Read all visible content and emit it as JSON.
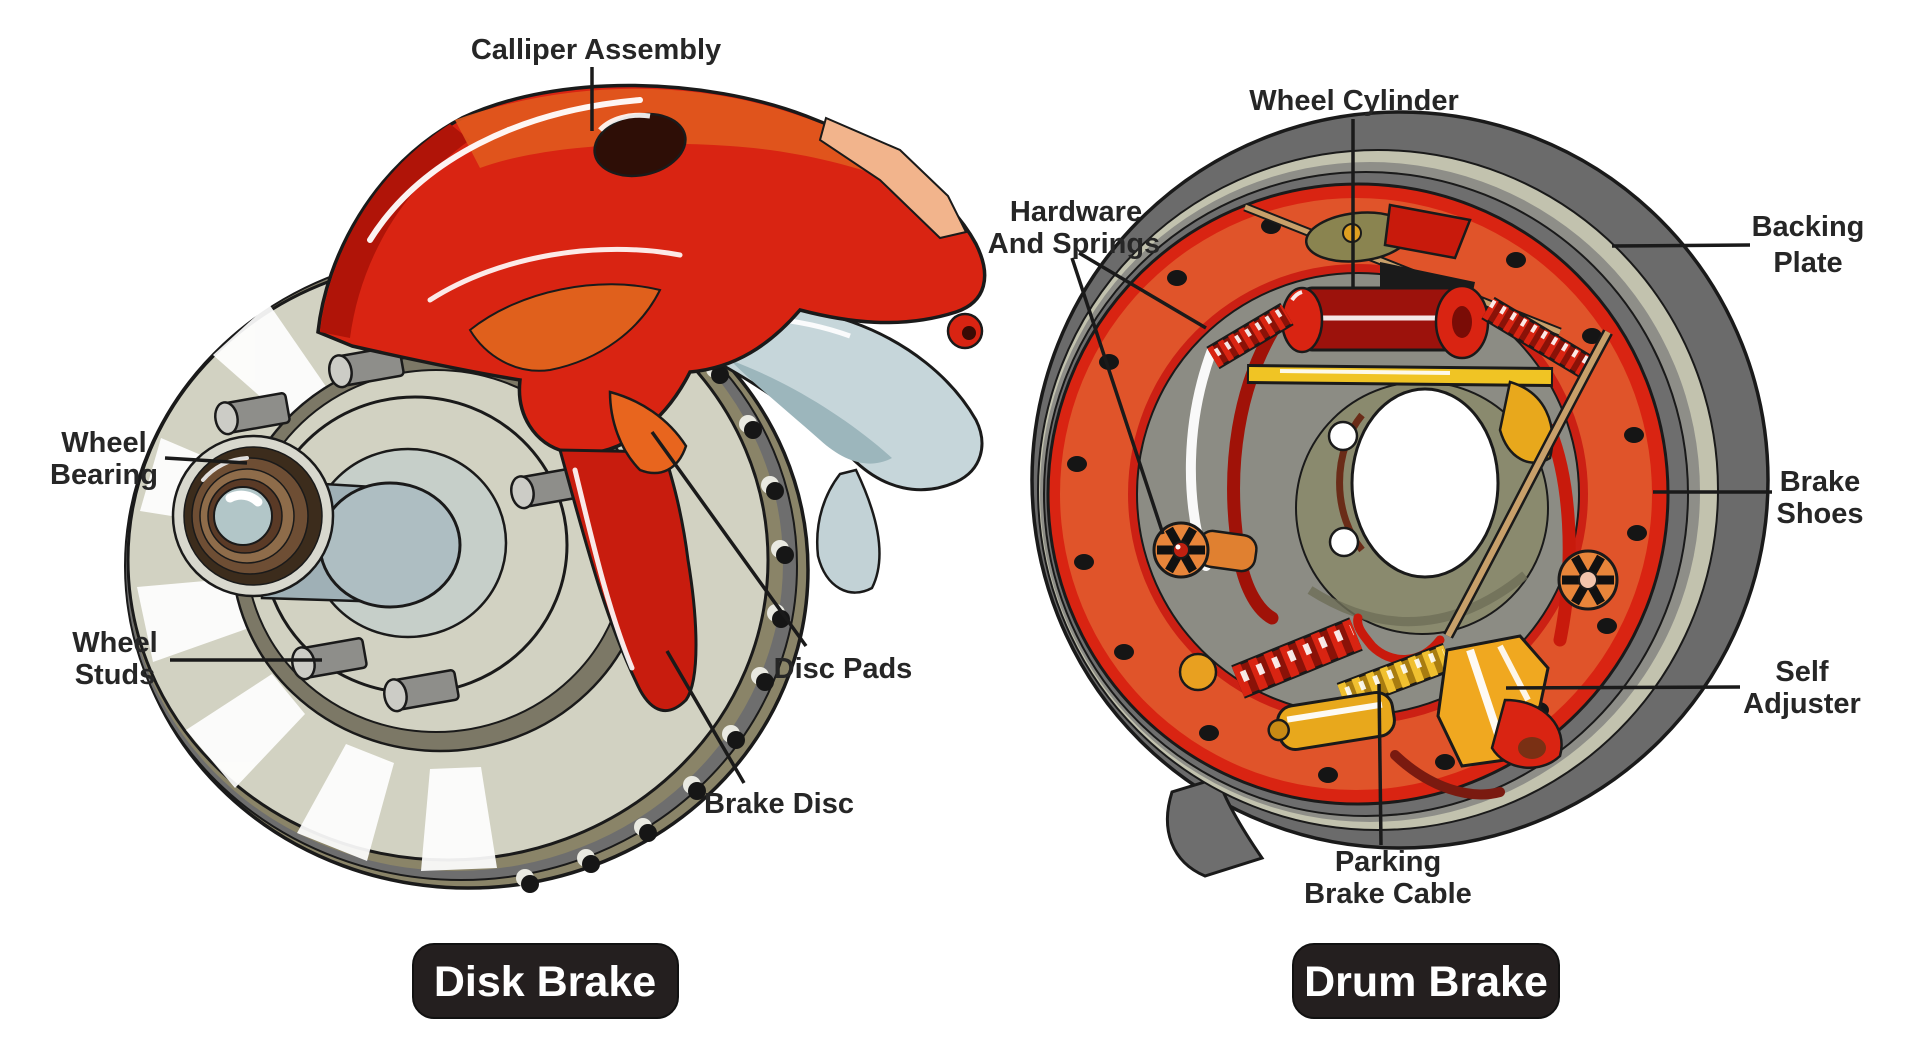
{
  "diagram_title": "Disk Brake vs Drum Brake components",
  "colors": {
    "label_text": "#262626",
    "leader_line": "#1a1a1a",
    "badge_bg": "#241f1f",
    "badge_text": "#ffffff",
    "caliper_red": "#d92412",
    "caliper_dark_red": "#a81208",
    "caliper_orange": "#e05a1e",
    "rotor_face": "#d2d2c2",
    "rim_olive": "#8a8468",
    "vent_gray": "#6e6e6e",
    "steel_bracket": "#c6d6da",
    "drum_gray": "#6b6b6b",
    "shoe_orange": "#e0542a",
    "interior_gray": "#8c8c84",
    "plate_olive": "#8a8a6e",
    "gold": "#f0b824",
    "spring_red": "#d92412"
  },
  "disk_brake": {
    "title": "Disk Brake",
    "labels": {
      "calliper_assembly": {
        "lines": [
          "Calliper Assembly"
        ]
      },
      "wheel_bearing": {
        "lines": [
          "Wheel",
          "Bearing"
        ]
      },
      "wheel_studs": {
        "lines": [
          "Wheel",
          "Studs"
        ]
      },
      "disc_pads": {
        "lines": [
          "Disc Pads"
        ]
      },
      "brake_disc": {
        "lines": [
          "Brake Disc"
        ]
      }
    }
  },
  "drum_brake": {
    "title": "Drum Brake",
    "labels": {
      "wheel_cylinder": {
        "lines": [
          "Wheel Cylinder"
        ]
      },
      "hardware_and_springs": {
        "lines": [
          "Hardware",
          "And Springs"
        ]
      },
      "backing_plate": {
        "lines": [
          "Backing",
          "Plate"
        ]
      },
      "brake_shoes": {
        "lines": [
          "Brake",
          "Shoes"
        ]
      },
      "self_adjuster": {
        "lines": [
          "Self",
          "Adjuster"
        ]
      },
      "parking_brake_cable": {
        "lines": [
          "Parking",
          "Brake Cable"
        ]
      }
    }
  }
}
